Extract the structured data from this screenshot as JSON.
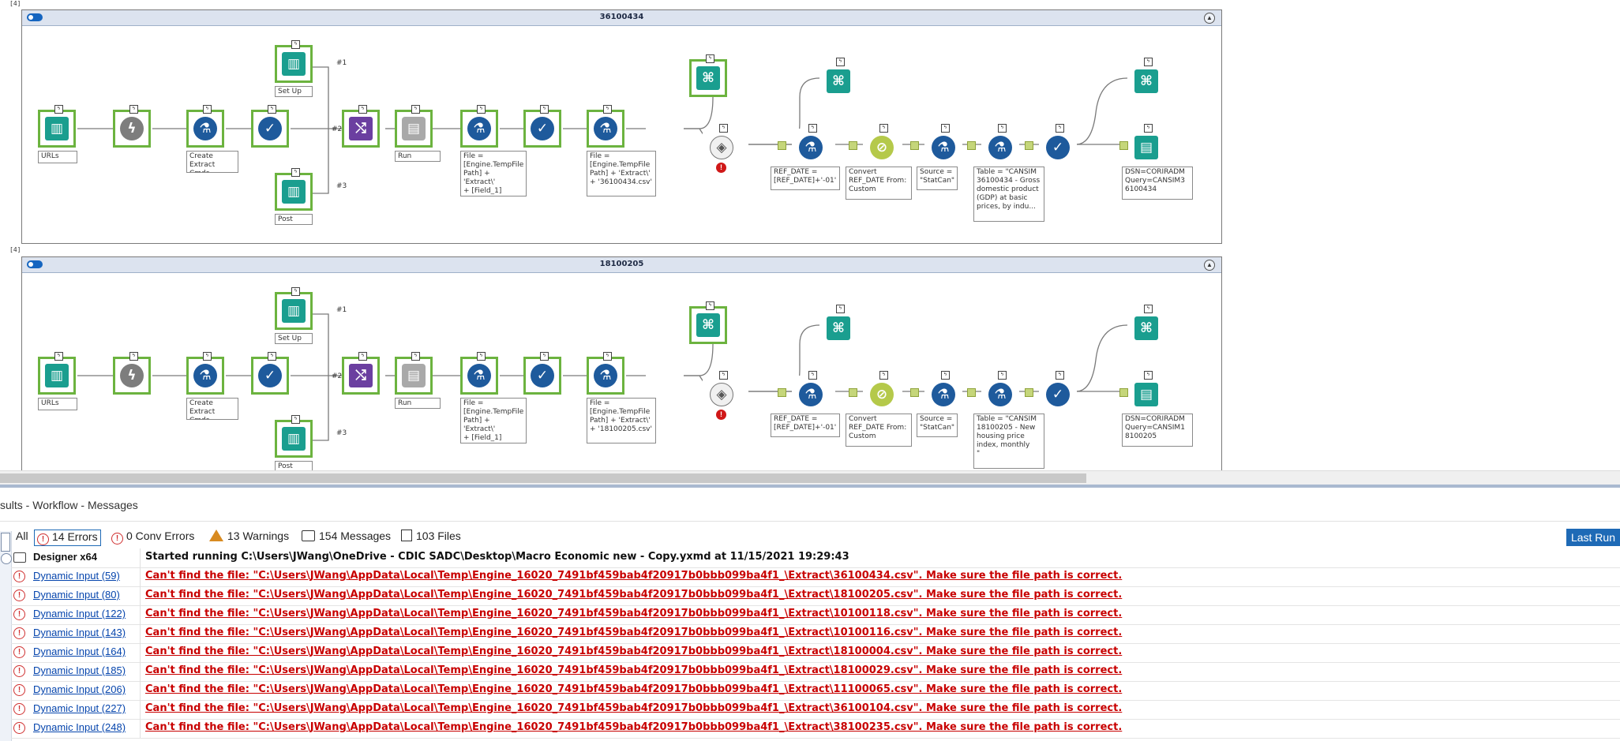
{
  "canvas": {
    "top_marker": "[4]",
    "containers": [
      {
        "title": "36100434",
        "side_marker": "[4]",
        "labels": {
          "urls": "URLs",
          "create_extract": "Create Extract\nCmds",
          "set_up": "Set Up Cmds",
          "post": "Post Cmds",
          "zip": "Run zip.bat",
          "file1": "File =\n[Engine.TempFile\nPath] + 'Extract\\'\n+ [Field_1]",
          "file2": "File =\n[Engine.TempFile\nPath] + 'Extract\\'\n+ '36100434.csv'",
          "ref_date": "REF_DATE =\n[REF_DATE]+'-01'",
          "convert": "Convert\nREF_DATE From:\nCustom",
          "source": "Source =\n\"StatCan\"",
          "table": "Table = \"CANSIM\n36100434 - Gross\ndomestic product\n(GDP) at basic\nprices, by indu...",
          "dsn": "DSN=CORIRADM\nQuery=CANSIM3\n6100434"
        },
        "port_labels": [
          "#1",
          "#2",
          "#3"
        ]
      },
      {
        "title": "18100205",
        "side_marker": "[4]",
        "labels": {
          "urls": "URLs",
          "create_extract": "Create Extract\nCmds",
          "set_up": "Set Up Cmds",
          "post": "Post Cmds",
          "zip": "Run zip.bat",
          "file1": "File =\n[Engine.TempFile\nPath] + 'Extract\\'\n+ [Field_1]",
          "file2": "File =\n[Engine.TempFile\nPath] + 'Extract\\'\n+ '18100205.csv'",
          "ref_date": "REF_DATE =\n[REF_DATE]+'-01'",
          "convert": "Convert\nREF_DATE From:\nCustom",
          "source": "Source =\n\"StatCan\"",
          "table": "Table = \"CANSIM\n18100205 - New\nhousing price\nindex, monthly\n\"",
          "dsn": "DSN=CORIRADM\nQuery=CANSIM1\n8100205"
        },
        "port_labels": [
          "#1",
          "#2",
          "#3"
        ]
      }
    ]
  },
  "results": {
    "title": "sults - Workflow - Messages",
    "filters": {
      "all": "All",
      "errors": "14 Errors",
      "conv_errors": "0 Conv Errors",
      "warnings": "13 Warnings",
      "messages": "154 Messages",
      "files": "103 Files"
    },
    "last_run": "Last Run",
    "rows": [
      {
        "type": "message",
        "tool": "Designer x64",
        "message": "Started running C:\\Users\\JWang\\OneDrive - CDIC SADC\\Desktop\\Macro Economic new - Copy.yxmd at 11/15/2021 19:29:43"
      },
      {
        "type": "error",
        "tool": "Dynamic Input (59)",
        "message": "Can't find the file: \"C:\\Users\\JWang\\AppData\\Local\\Temp\\Engine_16020_7491bf459bab4f20917b0bbb099ba4f1_\\Extract\\36100434.csv\". Make sure the file path is correct."
      },
      {
        "type": "error",
        "tool": "Dynamic Input (80)",
        "message": "Can't find the file: \"C:\\Users\\JWang\\AppData\\Local\\Temp\\Engine_16020_7491bf459bab4f20917b0bbb099ba4f1_\\Extract\\18100205.csv\". Make sure the file path is correct."
      },
      {
        "type": "error",
        "tool": "Dynamic Input (122)",
        "message": "Can't find the file: \"C:\\Users\\JWang\\AppData\\Local\\Temp\\Engine_16020_7491bf459bab4f20917b0bbb099ba4f1_\\Extract\\10100118.csv\". Make sure the file path is correct."
      },
      {
        "type": "error",
        "tool": "Dynamic Input (143)",
        "message": "Can't find the file: \"C:\\Users\\JWang\\AppData\\Local\\Temp\\Engine_16020_7491bf459bab4f20917b0bbb099ba4f1_\\Extract\\10100116.csv\". Make sure the file path is correct."
      },
      {
        "type": "error",
        "tool": "Dynamic Input (164)",
        "message": "Can't find the file: \"C:\\Users\\JWang\\AppData\\Local\\Temp\\Engine_16020_7491bf459bab4f20917b0bbb099ba4f1_\\Extract\\18100004.csv\". Make sure the file path is correct."
      },
      {
        "type": "error",
        "tool": "Dynamic Input (185)",
        "message": "Can't find the file: \"C:\\Users\\JWang\\AppData\\Local\\Temp\\Engine_16020_7491bf459bab4f20917b0bbb099ba4f1_\\Extract\\18100029.csv\". Make sure the file path is correct."
      },
      {
        "type": "error",
        "tool": "Dynamic Input (206)",
        "message": "Can't find the file: \"C:\\Users\\JWang\\AppData\\Local\\Temp\\Engine_16020_7491bf459bab4f20917b0bbb099ba4f1_\\Extract\\11100065.csv\". Make sure the file path is correct."
      },
      {
        "type": "error",
        "tool": "Dynamic Input (227)",
        "message": "Can't find the file: \"C:\\Users\\JWang\\AppData\\Local\\Temp\\Engine_16020_7491bf459bab4f20917b0bbb099ba4f1_\\Extract\\36100104.csv\". Make sure the file path is correct."
      },
      {
        "type": "error",
        "tool": "Dynamic Input (248)",
        "message": "Can't find the file: \"C:\\Users\\JWang\\AppData\\Local\\Temp\\Engine_16020_7491bf459bab4f20917b0bbb099ba4f1_\\Extract\\38100235.csv\". Make sure the file path is correct."
      }
    ]
  }
}
